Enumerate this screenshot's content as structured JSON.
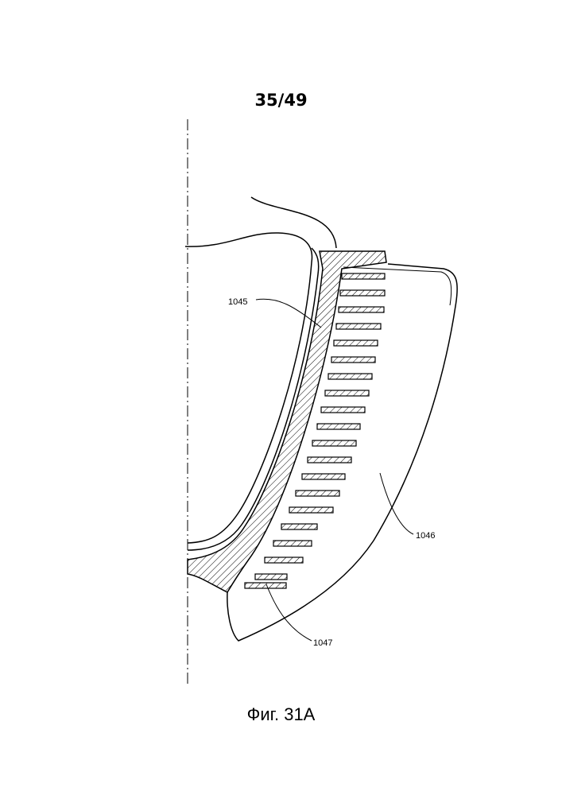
{
  "page": {
    "number": "35/49"
  },
  "figure": {
    "caption": "Фиг. 31А",
    "callouts": [
      {
        "id": "1045",
        "label": "1045"
      },
      {
        "id": "1046",
        "label": "1046"
      },
      {
        "id": "1047",
        "label": "1047"
      }
    ],
    "colors": {
      "ink": "#000000",
      "paper": "#ffffff"
    }
  }
}
